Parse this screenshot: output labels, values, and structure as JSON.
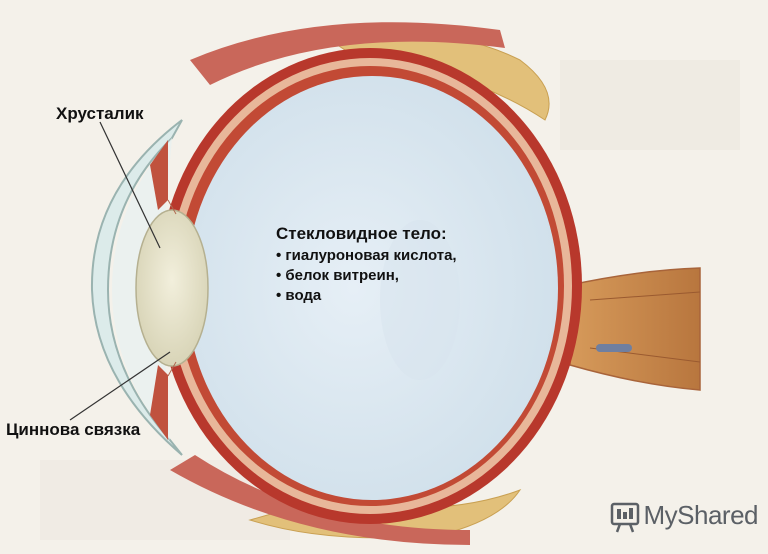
{
  "labels": {
    "lens": "Хрусталик",
    "zonule": "Циннова связка"
  },
  "vitreous": {
    "title": "Стекловидное тело:",
    "items": [
      "гиалуроновая кислота,",
      "белок витреин,",
      "вода"
    ]
  },
  "watermark": {
    "text": "MyShared",
    "icon": "presentation-board-icon"
  },
  "colors": {
    "background": "#f4f1ea",
    "vitreous_fill": "#dce8f1",
    "sclera": "#b8382c",
    "fat": "#e2c07a",
    "muscle": "#c9675a",
    "lens": "#e6e2c8",
    "cornea": "#dcebea",
    "watermark": "#5b6066"
  }
}
